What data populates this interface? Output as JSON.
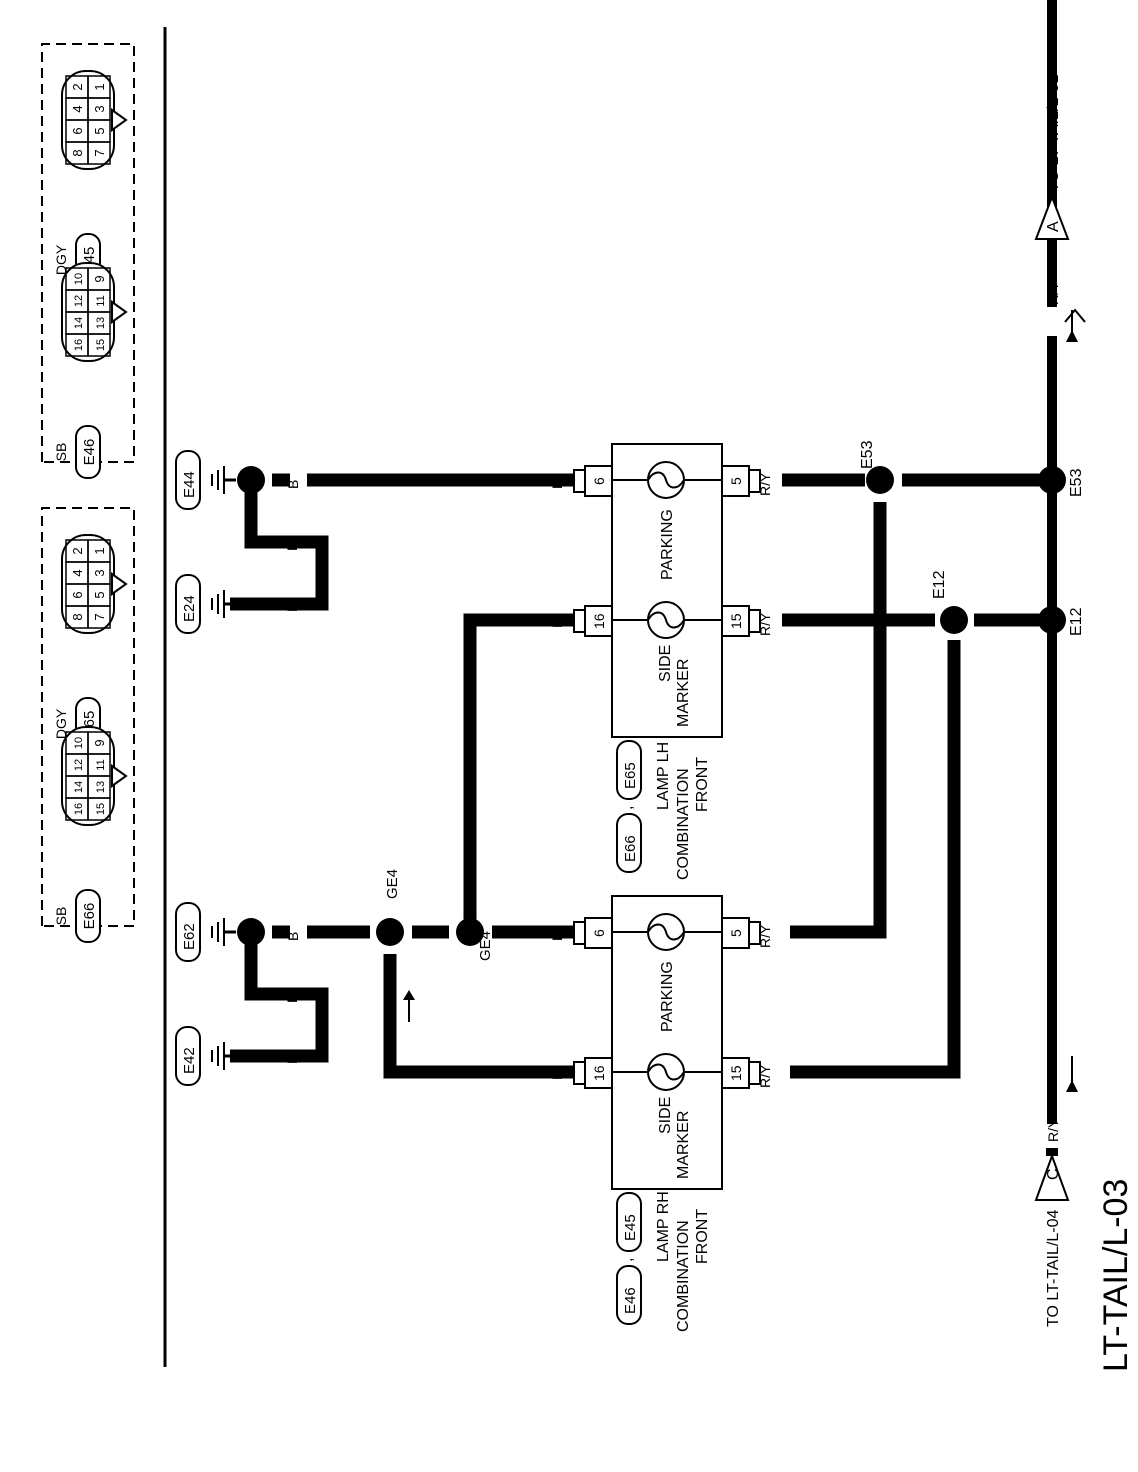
{
  "title": "LT-TAIL/L-03",
  "connectors_to": {
    "top": {
      "label": "TO LT-TAIL/L-01",
      "letter": "A",
      "wire": "R/Y"
    },
    "bottom": {
      "label": "TO LT-TAIL/L-04",
      "letter": "C",
      "wire": "R/Y"
    }
  },
  "junctions": {
    "e53": "E53",
    "e12": "E12",
    "ge4": "GE4"
  },
  "wire_colors": {
    "ry": "R/Y",
    "b": "B"
  },
  "lamp_lh": {
    "name_lines": [
      "FRONT",
      "COMBINATION",
      "LAMP LH"
    ],
    "parking": "PARKING",
    "side_marker_lines": [
      "SIDE",
      "MARKER"
    ],
    "pins": {
      "p5": "5",
      "p6": "6",
      "p15": "15",
      "p16": "16"
    },
    "connectors": [
      "E65",
      "E66"
    ]
  },
  "lamp_rh": {
    "name_lines": [
      "FRONT",
      "COMBINATION",
      "LAMP RH"
    ],
    "parking": "PARKING",
    "side_marker_lines": [
      "SIDE",
      "MARKER"
    ],
    "pins": {
      "p5": "5",
      "p6": "6",
      "p15": "15",
      "p16": "16"
    },
    "connectors": [
      "E45",
      "E46"
    ]
  },
  "grounds": {
    "g1": "E44",
    "g2": "E24",
    "g3": "E62",
    "g4": "E42"
  },
  "separator": ",",
  "connector_views": [
    {
      "group": "top",
      "items": [
        {
          "id": "E45",
          "color": "DGY",
          "rows": [
            [
              "7",
              "5",
              "3",
              "1"
            ],
            [
              "8",
              "6",
              "4",
              "2"
            ]
          ]
        },
        {
          "id": "E46",
          "color": "SB",
          "rows": [
            [
              "15",
              "13",
              "11",
              "9"
            ],
            [
              "16",
              "14",
              "12",
              "10"
            ]
          ]
        }
      ]
    },
    {
      "group": "bottom",
      "items": [
        {
          "id": "E65",
          "color": "DGY",
          "rows": [
            [
              "7",
              "5",
              "3",
              "1"
            ],
            [
              "8",
              "6",
              "4",
              "2"
            ]
          ]
        },
        {
          "id": "E66",
          "color": "SB",
          "rows": [
            [
              "15",
              "13",
              "11",
              "9"
            ],
            [
              "16",
              "14",
              "12",
              "10"
            ]
          ]
        }
      ]
    }
  ]
}
